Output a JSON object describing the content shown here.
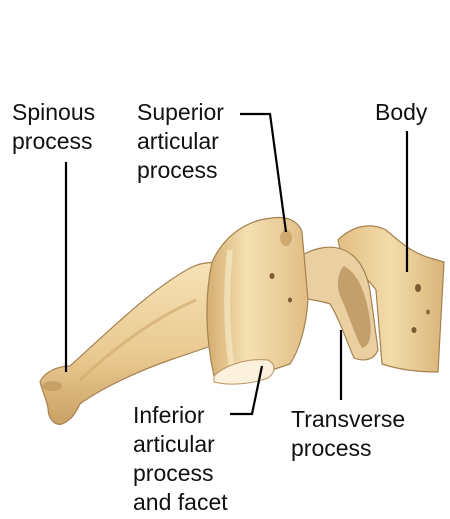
{
  "labels": {
    "spinous": [
      "Spinous",
      "process"
    ],
    "superior": [
      "Superior",
      "articular",
      "process"
    ],
    "body": [
      "Body"
    ],
    "inferior": [
      "Inferior",
      "articular",
      "process",
      "and facet"
    ],
    "transverse": [
      "Transverse",
      "process"
    ]
  },
  "colors": {
    "bone": "#efd7a6",
    "bone_shadow": "#c8a36a",
    "bone_dark": "#8c6a3c",
    "bone_light": "#fbecc8",
    "leader": "#000000",
    "text": "#111111"
  }
}
